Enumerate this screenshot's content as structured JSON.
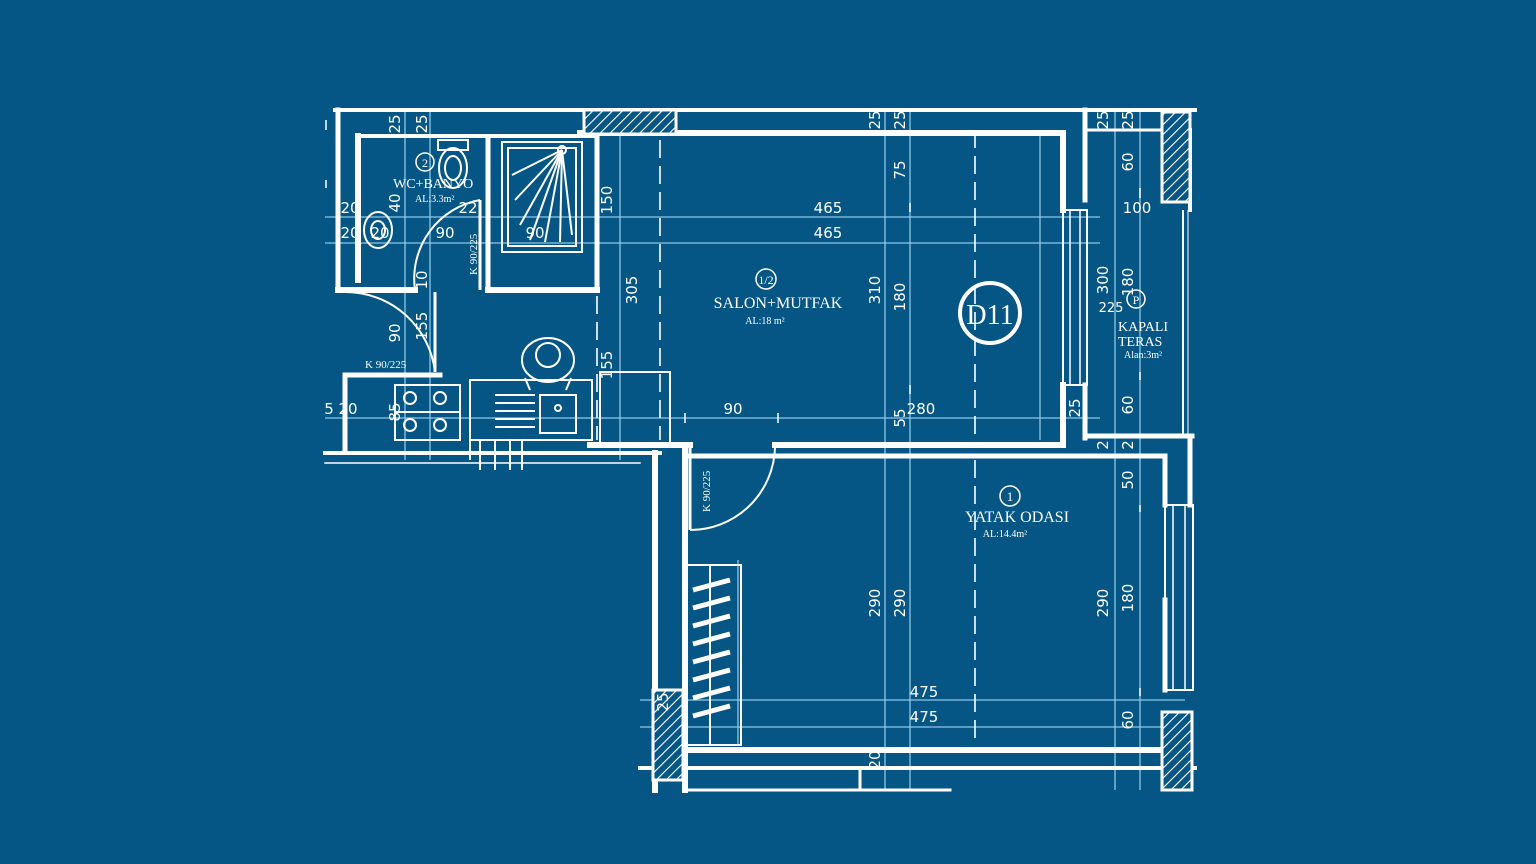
{
  "colors": {
    "background": "#055685",
    "lines": "#ffffff",
    "guides": "#9fd3f2"
  },
  "rooms": {
    "wc": {
      "number": "2",
      "name": "WC+BANYO",
      "area": "AL:3.3m²"
    },
    "salon": {
      "number": "1/2",
      "name": "SALON+MUTFAK",
      "area": "AL:18 m²"
    },
    "yatak": {
      "number": "1",
      "name": "YATAK ODASI",
      "area": "AL:14.4m²"
    },
    "teras": {
      "number": "P",
      "name_line1": "KAPALI",
      "name_line2": "TERAS",
      "area": "Alan:3m²"
    }
  },
  "unit_label": "D11",
  "doors": {
    "left": "K 90/225",
    "vertical": "K 90/225",
    "bathroom": "K 90/225"
  },
  "dims": {
    "d465a": "465",
    "d465b": "465",
    "d305": "305",
    "d310": "310",
    "d180a": "180",
    "d75": "75",
    "d150": "150",
    "d155a": "155",
    "d155b": "155",
    "d90a": "90",
    "d90b": "90",
    "d90c": "90",
    "d90d": "90",
    "d280": "280",
    "d55": "55",
    "d25a": "25",
    "d25b": "25",
    "d25c": "25",
    "d25d": "25",
    "d25e": "25",
    "d25f": "25",
    "d25g": "25",
    "d20a": "20",
    "d20b": "20",
    "d20c": "20",
    "d22": "22",
    "d40": "40",
    "d10": "10",
    "d60a": "60",
    "d60b": "60",
    "d60c": "60",
    "d100": "100",
    "d180b": "180",
    "d180c": "180",
    "d300": "300",
    "d225": "225",
    "d2a": "2",
    "d2b": "2",
    "d50": "50",
    "d290a": "290",
    "d290b": "290",
    "d290c": "290",
    "d475a": "475",
    "d475b": "475",
    "d20d": "20",
    "d20e": "20",
    "d5": "5",
    "d85": "85",
    "d25h": "25"
  }
}
